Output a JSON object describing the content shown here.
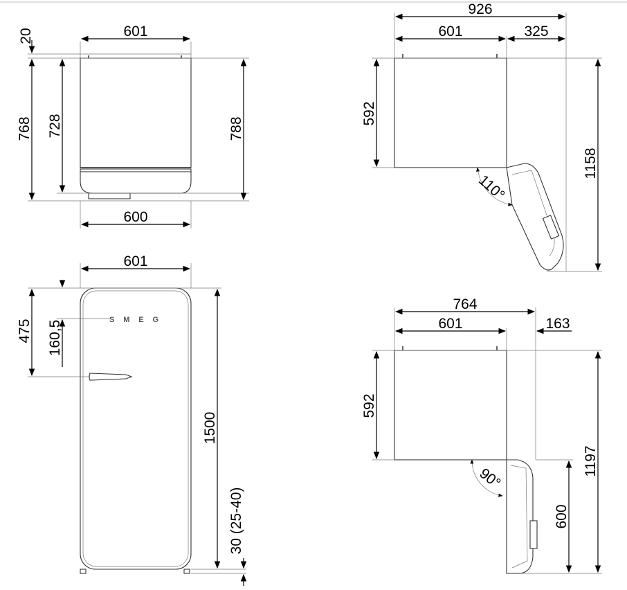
{
  "views": {
    "side": {
      "width_top": "601",
      "gap_top": "20",
      "height_left": "768",
      "height_inner": "728",
      "height_right": "788",
      "width_bottom": "600"
    },
    "front": {
      "width_top": "601",
      "handle_top": "475",
      "logo_offset": "160,5",
      "height_total": "1500",
      "feet": "30 (25-40)",
      "logo": "SMEG"
    },
    "top_110": {
      "total_width": "926",
      "body_width": "601",
      "door_extra": "325",
      "depth": "592",
      "angle": "110°",
      "total_depth": "1158"
    },
    "top_90": {
      "total_width": "764",
      "body_width": "601",
      "door_extra": "163",
      "depth": "592",
      "angle": "90°",
      "door_depth": "600",
      "total_depth": "1197"
    }
  }
}
